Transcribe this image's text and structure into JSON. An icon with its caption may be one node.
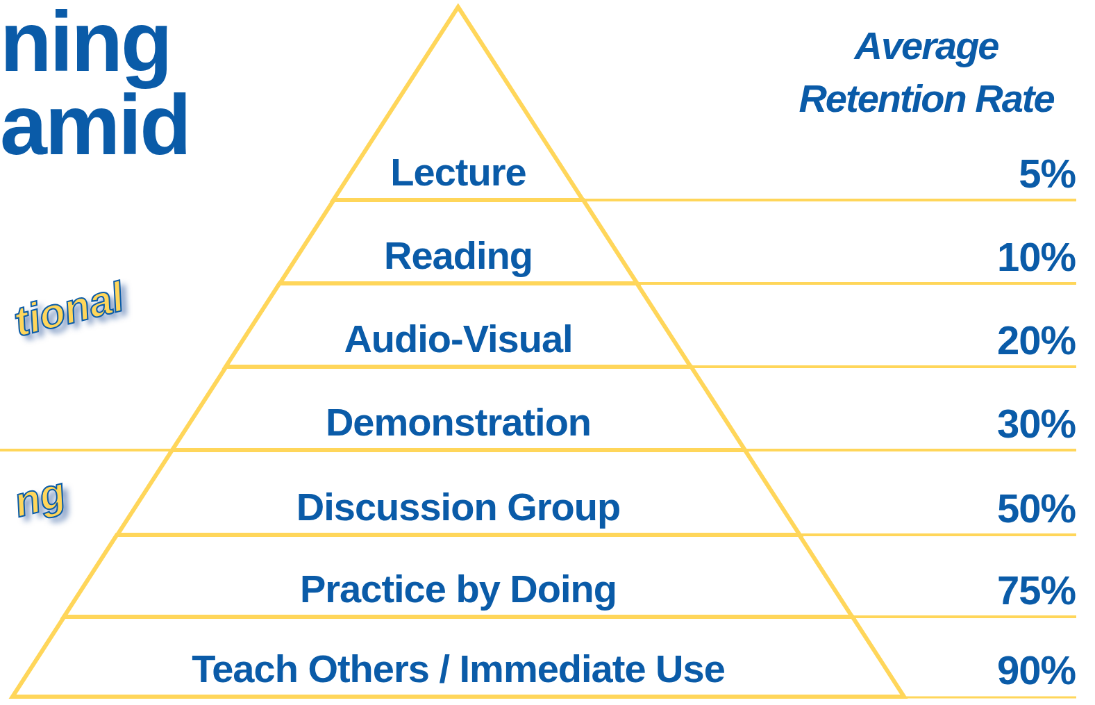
{
  "diagram": {
    "title": "ning amid",
    "nodes": [
      {
        "text": [
          "Lecture"
        ]
      },
      {
        "text": [
          "Reading"
        ]
      },
      {
        "text": [
          "Audio-Visual"
        ]
      },
      {
        "text": [
          "Demonstration"
        ]
      },
      {
        "text": [
          "Discussion Group"
        ]
      },
      {
        "text": [
          "Practice by Doing"
        ]
      },
      {
        "text": [
          "Teach Others / Immediate Use"
        ]
      }
    ],
    "labels": [
      "Average Retention Rate",
      "5%",
      "10%",
      "20%",
      "30%",
      "50%",
      "75%",
      "90%",
      "tional",
      "ng"
    ]
  }
}
